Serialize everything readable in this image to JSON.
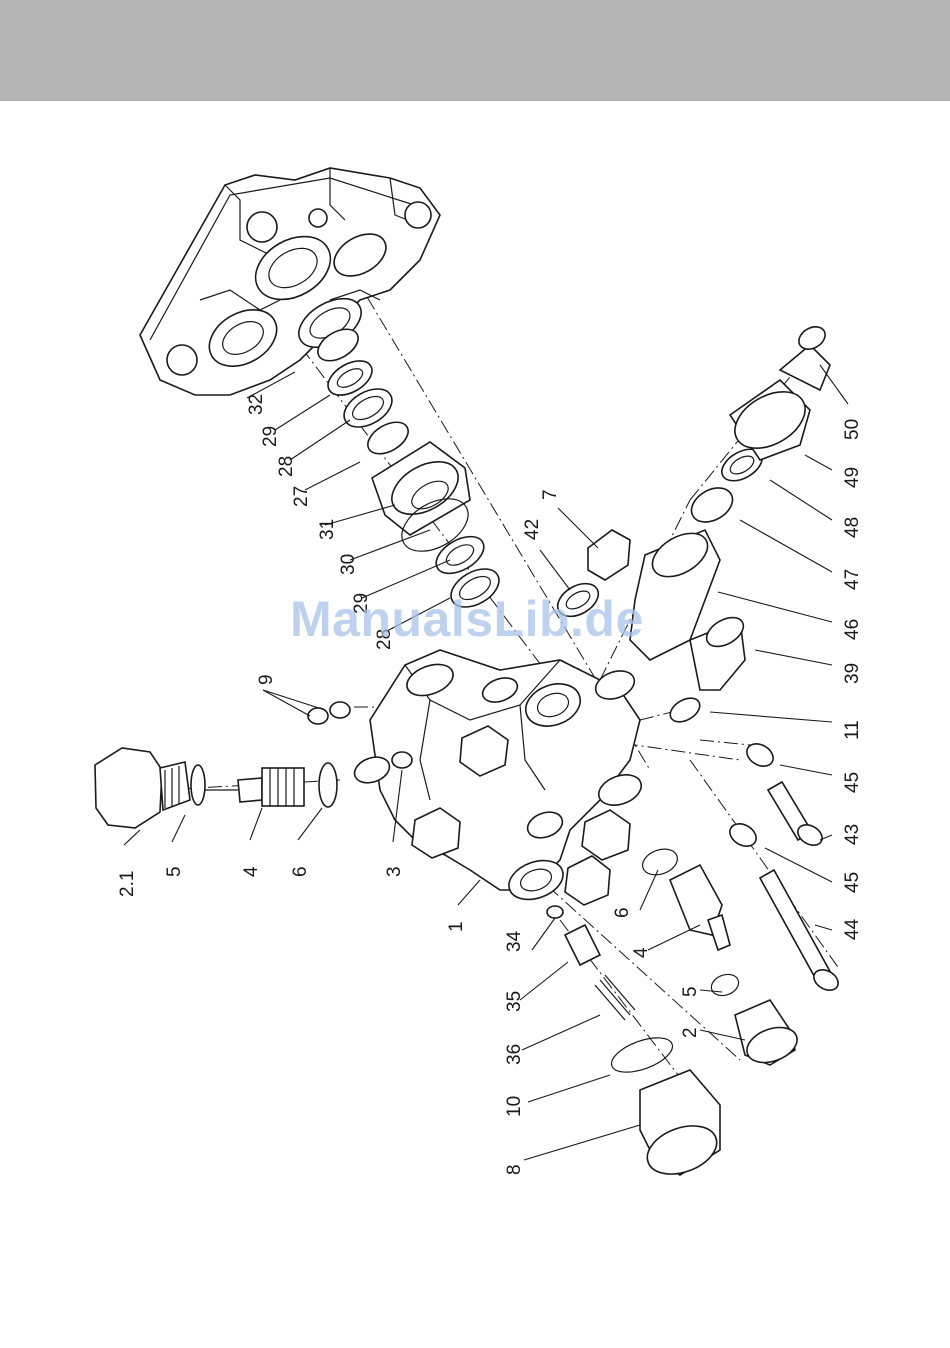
{
  "watermark": "ManualsLib.de",
  "callouts": [
    {
      "id": "c-2-1",
      "label": "2.1"
    },
    {
      "id": "c-5a",
      "label": "5"
    },
    {
      "id": "c-4a",
      "label": "4"
    },
    {
      "id": "c-6a",
      "label": "6"
    },
    {
      "id": "c-3",
      "label": "3"
    },
    {
      "id": "c-1",
      "label": "1"
    },
    {
      "id": "c-9",
      "label": "9"
    },
    {
      "id": "c-32",
      "label": "32"
    },
    {
      "id": "c-29a",
      "label": "29"
    },
    {
      "id": "c-28a",
      "label": "28"
    },
    {
      "id": "c-27",
      "label": "27"
    },
    {
      "id": "c-31",
      "label": "31"
    },
    {
      "id": "c-30",
      "label": "30"
    },
    {
      "id": "c-29b",
      "label": "29"
    },
    {
      "id": "c-28b",
      "label": "28"
    },
    {
      "id": "c-42",
      "label": "42"
    },
    {
      "id": "c-7",
      "label": "7"
    },
    {
      "id": "c-50",
      "label": "50"
    },
    {
      "id": "c-49",
      "label": "49"
    },
    {
      "id": "c-48",
      "label": "48"
    },
    {
      "id": "c-47",
      "label": "47"
    },
    {
      "id": "c-46",
      "label": "46"
    },
    {
      "id": "c-39",
      "label": "39"
    },
    {
      "id": "c-11",
      "label": "11"
    },
    {
      "id": "c-45a",
      "label": "45"
    },
    {
      "id": "c-43",
      "label": "43"
    },
    {
      "id": "c-45b",
      "label": "45"
    },
    {
      "id": "c-44",
      "label": "44"
    },
    {
      "id": "c-34",
      "label": "34"
    },
    {
      "id": "c-35",
      "label": "35"
    },
    {
      "id": "c-36",
      "label": "36"
    },
    {
      "id": "c-10",
      "label": "10"
    },
    {
      "id": "c-8",
      "label": "8"
    },
    {
      "id": "c-6b",
      "label": "6"
    },
    {
      "id": "c-4b",
      "label": "4"
    },
    {
      "id": "c-5b",
      "label": "5"
    },
    {
      "id": "c-2",
      "label": "2"
    }
  ]
}
